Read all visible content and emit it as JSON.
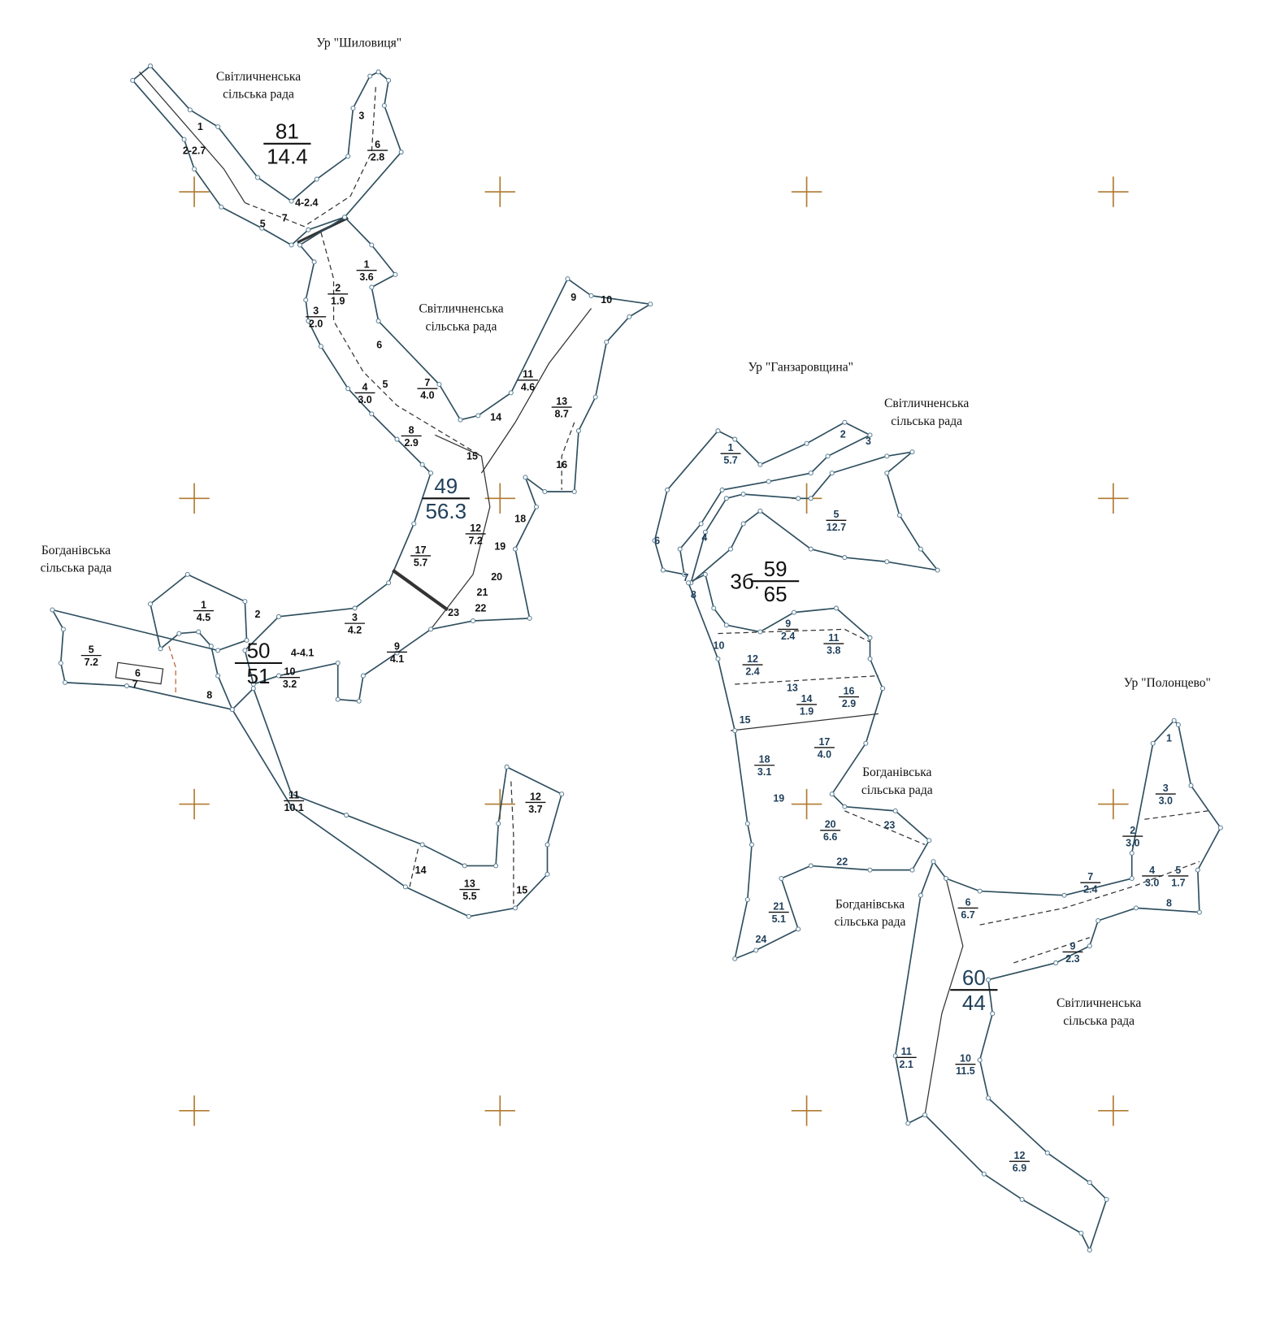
{
  "places": {
    "tract_shylovytsia": "Ур \"Шиловиця\"",
    "tract_hanzarovshchyna": "Ур \"Ганзаровщина\"",
    "tract_polontsevo": "Ур \"Полонцево\"",
    "councils": [
      {
        "line1": "Світличненська",
        "line2": "сільська рада"
      },
      {
        "line1": "Світличненська",
        "line2": "сільська рада"
      },
      {
        "line1": "Світличненська",
        "line2": "сільська рада"
      },
      {
        "line1": "Світличненська",
        "line2": "сільська рада"
      },
      {
        "line1": "Богданівська",
        "line2": "сільська рада"
      },
      {
        "line1": "Богданівська",
        "line2": "сільська рада"
      },
      {
        "line1": "Богданівська",
        "line2": "сільська рада"
      }
    ]
  },
  "quarters": [
    {
      "prefix": "",
      "number": "81",
      "area": "14.4",
      "stands": [
        {
          "n": "1"
        },
        {
          "n": "2-2.7"
        },
        {
          "n": "3"
        },
        {
          "n": "6",
          "a": "2.8"
        },
        {
          "n": "4-2.4"
        },
        {
          "n": "5"
        },
        {
          "n": "7"
        }
      ]
    },
    {
      "prefix": "",
      "number": "49",
      "area": "56.3",
      "stands": [
        {
          "n": "1",
          "a": "3.6"
        },
        {
          "n": "2",
          "a": "1.9"
        },
        {
          "n": "3",
          "a": "2.0"
        },
        {
          "n": "6"
        },
        {
          "n": "4",
          "a": "3.0"
        },
        {
          "n": "5"
        },
        {
          "n": "7",
          "a": "4.0"
        },
        {
          "n": "8",
          "a": "2.9"
        },
        {
          "n": "14"
        },
        {
          "n": "15"
        },
        {
          "n": "11",
          "a": "4.6"
        },
        {
          "n": "9"
        },
        {
          "n": "10"
        },
        {
          "n": "13",
          "a": "8.7"
        },
        {
          "n": "16"
        },
        {
          "n": "18"
        },
        {
          "n": "19"
        },
        {
          "n": "12",
          "a": "7.2"
        },
        {
          "n": "17",
          "a": "5.7"
        },
        {
          "n": "20"
        },
        {
          "n": "21"
        },
        {
          "n": "22"
        },
        {
          "n": "23"
        }
      ]
    },
    {
      "prefix": "",
      "number": "50",
      "area": "51",
      "stands": [
        {
          "n": "1",
          "a": "4.5"
        },
        {
          "n": "2"
        },
        {
          "n": "3",
          "a": "4.2"
        },
        {
          "n": "4-4.1"
        },
        {
          "n": "9",
          "a": "4.1"
        },
        {
          "n": "10",
          "a": "3.2"
        },
        {
          "n": "5",
          "a": "7.2"
        },
        {
          "n": "6"
        },
        {
          "n": "7"
        },
        {
          "n": "8"
        },
        {
          "n": "11",
          "a": "10.1"
        },
        {
          "n": "12",
          "a": "3.7"
        },
        {
          "n": "13",
          "a": "5.5"
        },
        {
          "n": "14"
        },
        {
          "n": "15"
        }
      ]
    },
    {
      "prefix": "3б.",
      "number": "59",
      "area": "65",
      "stands": [
        {
          "n": "1",
          "a": "5.7"
        },
        {
          "n": "2"
        },
        {
          "n": "3"
        },
        {
          "n": "5",
          "a": "12.7"
        },
        {
          "n": "6"
        },
        {
          "n": "4"
        },
        {
          "n": "7"
        },
        {
          "n": "8"
        },
        {
          "n": "10"
        },
        {
          "n": "9",
          "a": "2.4"
        },
        {
          "n": "11",
          "a": "3.8"
        },
        {
          "n": "12",
          "a": "2.4"
        },
        {
          "n": "13"
        },
        {
          "n": "14",
          "a": "1.9"
        },
        {
          "n": "16",
          "a": "2.9"
        },
        {
          "n": "15"
        },
        {
          "n": "17",
          "a": "4.0"
        },
        {
          "n": "18",
          "a": "3.1"
        },
        {
          "n": "19"
        },
        {
          "n": "20",
          "a": "6.6"
        },
        {
          "n": "23"
        },
        {
          "n": "22"
        },
        {
          "n": "21",
          "a": "5.1"
        },
        {
          "n": "24"
        }
      ]
    },
    {
      "prefix": "",
      "number": "60",
      "area": "44",
      "stands": [
        {
          "n": "1"
        },
        {
          "n": "3",
          "a": "3.0"
        },
        {
          "n": "2",
          "a": "3.0"
        },
        {
          "n": "7",
          "a": "2.4"
        },
        {
          "n": "4",
          "a": "3.0"
        },
        {
          "n": "5",
          "a": "1.7"
        },
        {
          "n": "8"
        },
        {
          "n": "6",
          "a": "6.7"
        },
        {
          "n": "9",
          "a": "2.3"
        },
        {
          "n": "11",
          "a": "2.1"
        },
        {
          "n": "10",
          "a": "11.5"
        },
        {
          "n": "12",
          "a": "6.9"
        }
      ]
    }
  ],
  "colors": {
    "outline": "#2f4f5f",
    "grid_cross": "#b07a30",
    "quarter_label": "#1f3f5a"
  }
}
